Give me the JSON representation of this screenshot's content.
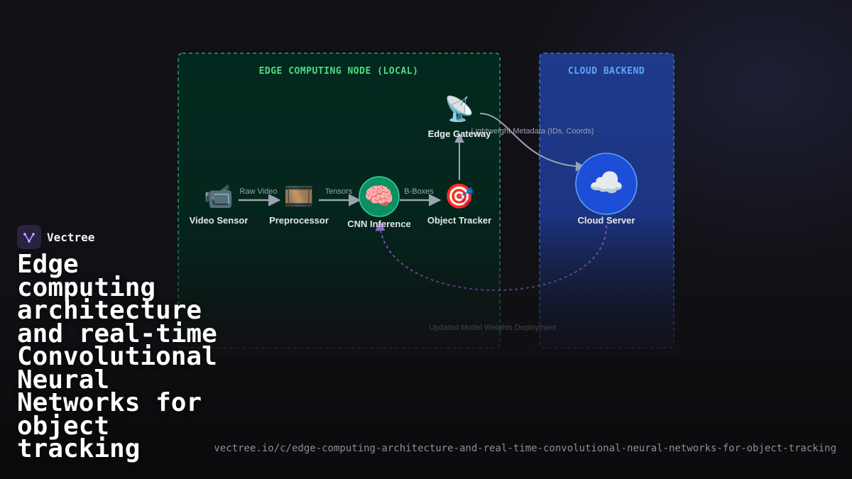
{
  "zones": {
    "edge": {
      "title": "EDGE COMPUTING NODE (LOCAL)",
      "color": "#4ade80"
    },
    "cloud": {
      "title": "CLOUD BACKEND",
      "color": "#60a5fa"
    }
  },
  "nodes": {
    "video_sensor": {
      "icon": "📹",
      "icon_name": "video-camera-icon",
      "label": "Video Sensor"
    },
    "preprocessor": {
      "icon": "🎞️",
      "icon_name": "film-frames-icon",
      "label": "Preprocessor"
    },
    "cnn_inference": {
      "icon": "🧠",
      "icon_name": "brain-icon",
      "label": "CNN Inference"
    },
    "object_tracker": {
      "icon": "🎯",
      "icon_name": "target-icon",
      "label": "Object Tracker"
    },
    "edge_gateway": {
      "icon": "📡",
      "icon_name": "satellite-dish-icon",
      "label": "Edge Gateway"
    },
    "cloud_server": {
      "icon": "☁️",
      "icon_name": "cloud-icon",
      "label": "Cloud Server"
    }
  },
  "edges": {
    "raw_video": "Raw Video",
    "tensors": "Tensors",
    "b_boxes": "B-Boxes",
    "metadata": "Lightweight Metadata (IDs, Coords)",
    "weights": "Updated Model Weights Deployment"
  },
  "colors": {
    "edge_fill": "#03291f",
    "cloud_fill": "#1e3a8a",
    "arrow": "#9aa3b2",
    "feedback": "#8b5cc7"
  },
  "brand": {
    "name": "Vectree"
  },
  "headline": "Edge computing architecture and real-time Convolutional Neural Networks for object tracking",
  "url": "vectree.io/c/edge-computing-architecture-and-real-time-convolutional-neural-networks-for-object-tracking"
}
